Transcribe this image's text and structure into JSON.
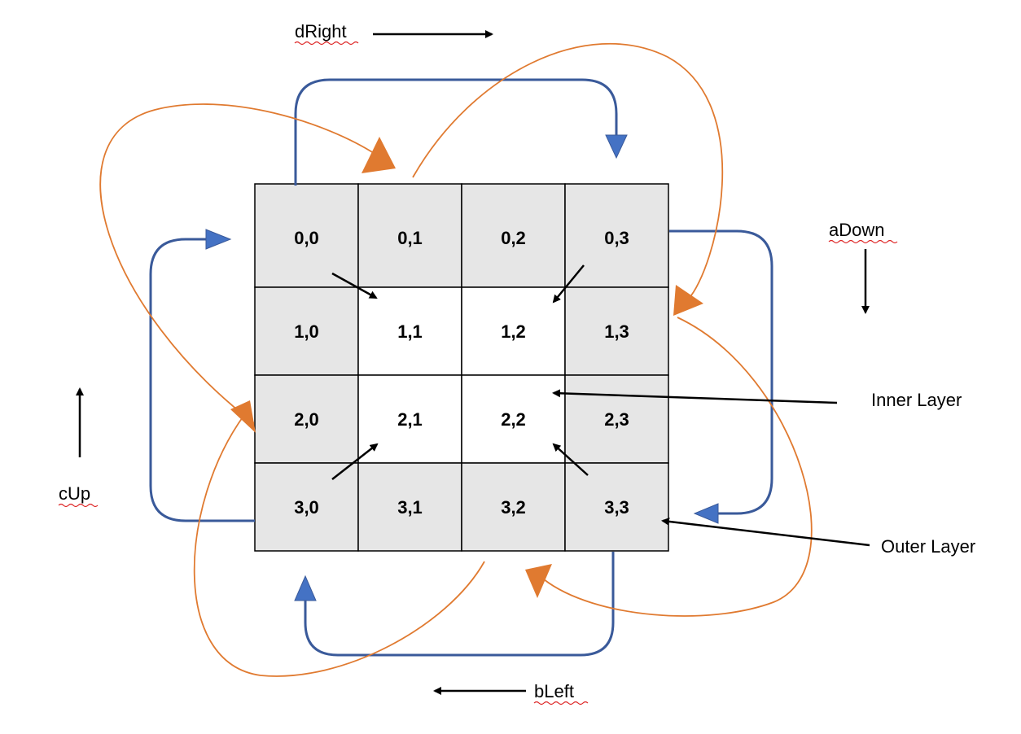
{
  "grid": {
    "rows": [
      [
        {
          "label": "0,0",
          "layer": "outer"
        },
        {
          "label": "0,1",
          "layer": "outer"
        },
        {
          "label": "0,2",
          "layer": "outer"
        },
        {
          "label": "0,3",
          "layer": "outer"
        }
      ],
      [
        {
          "label": "1,0",
          "layer": "outer"
        },
        {
          "label": "1,1",
          "layer": "inner"
        },
        {
          "label": "1,2",
          "layer": "inner"
        },
        {
          "label": "1,3",
          "layer": "outer"
        }
      ],
      [
        {
          "label": "2,0",
          "layer": "outer"
        },
        {
          "label": "2,1",
          "layer": "inner"
        },
        {
          "label": "2,2",
          "layer": "inner"
        },
        {
          "label": "2,3",
          "layer": "outer"
        }
      ],
      [
        {
          "label": "3,0",
          "layer": "outer"
        },
        {
          "label": "3,1",
          "layer": "outer"
        },
        {
          "label": "3,2",
          "layer": "outer"
        },
        {
          "label": "3,3",
          "layer": "outer"
        }
      ]
    ]
  },
  "labels": {
    "dRight": "dRight",
    "aDown": "aDown",
    "bLeft": "bLeft",
    "cUp": "cUp",
    "inner_layer": "Inner Layer",
    "outer_layer": "Outer Layer"
  },
  "colors": {
    "outer_cell": "#e6e6e6",
    "inner_cell": "#ffffff",
    "blue_arrow": "#3a5a9a",
    "blue_arrowhead": "#4472c4",
    "orange_arrow": "#e07a30",
    "black": "#000000"
  }
}
